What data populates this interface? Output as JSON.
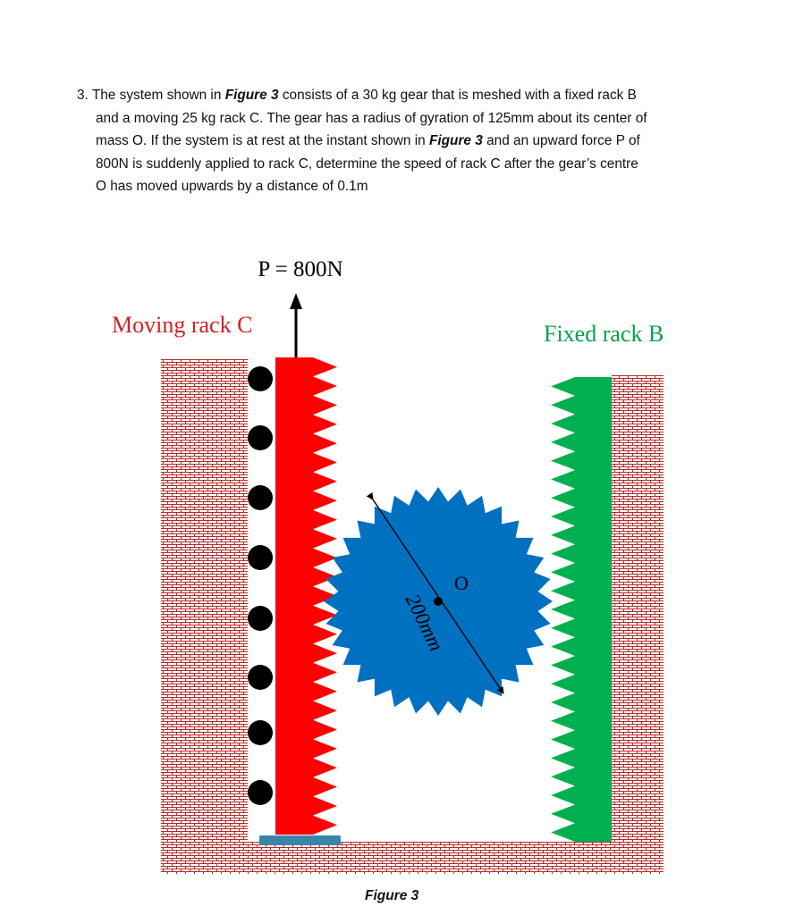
{
  "problem": {
    "number": "3.",
    "lines": [
      [
        "The system shown in ",
        "Figure 3",
        " consists of a 30 kg gear that is meshed with a fixed rack B"
      ],
      [
        "and a moving 25 kg rack C. The gear has a radius of gyration of 125mm about its center of"
      ],
      [
        "mass O. If the system is at rest at the instant shown in ",
        "Figure 3",
        " and an upward force P of"
      ],
      [
        "800N is suddenly applied to rack C, determine the speed of rack C after the gear’s centre"
      ],
      [
        "O has moved upwards by a distance of 0.1m"
      ]
    ]
  },
  "figure": {
    "force_label": "P = 800N",
    "moving_rack_label": "Moving rack C",
    "fixed_rack_label": "Fixed rack B",
    "center_label": "O",
    "dimension_label": "200mm",
    "caption": "Figure 3",
    "colors": {
      "moving_rack": "#ff0000",
      "fixed_rack": "#00b050",
      "gear": "#0070c0",
      "wall_hatch": "#b22a2a",
      "moving_label": "#d42020",
      "fixed_label": "#00a34a",
      "base_plate": "#3b86a8"
    }
  }
}
